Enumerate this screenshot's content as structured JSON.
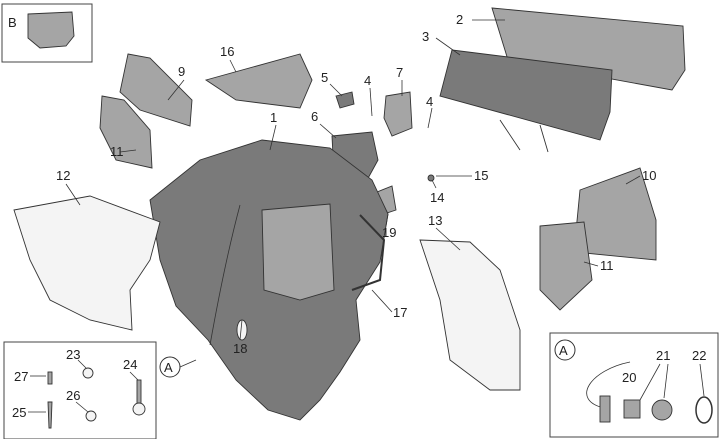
{
  "diagram": {
    "callouts": [
      "1",
      "2",
      "3",
      "4",
      "4",
      "5",
      "6",
      "7",
      "9",
      "10",
      "11",
      "11",
      "12",
      "13",
      "14",
      "15",
      "16",
      "17",
      "18",
      "19",
      "20",
      "21",
      "22",
      "23",
      "24",
      "25",
      "26",
      "27"
    ],
    "refs": {
      "a_main": "A",
      "a_inset": "A",
      "b_inset": "B"
    },
    "colors": {
      "part_dark": "#7a7a7a",
      "part_mid": "#a5a5a5",
      "line": "#333333"
    }
  }
}
